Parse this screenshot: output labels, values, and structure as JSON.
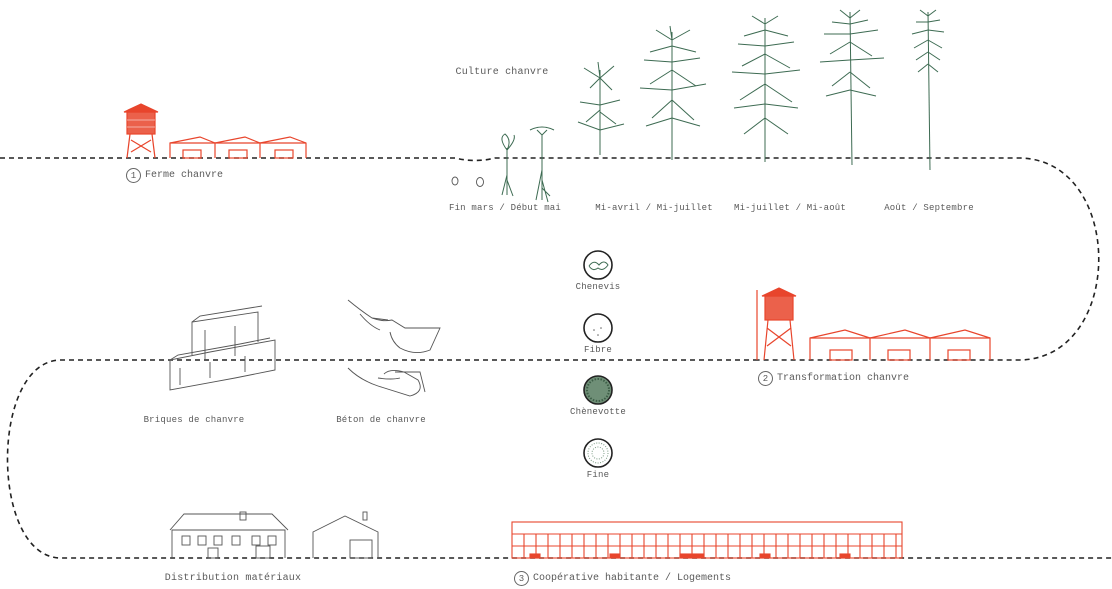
{
  "title": "Culture chanvre",
  "steps": [
    {
      "number": "1",
      "label": "Ferme chanvre"
    },
    {
      "number": "2",
      "label": "Transformation chanvre"
    },
    {
      "number": "3",
      "label": "Coopérative habitante / Logements"
    }
  ],
  "growth_stages": [
    {
      "label": "Fin mars / Début mai"
    },
    {
      "label": "Mi-avril / Mi-juillet"
    },
    {
      "label": "Mi-juillet / Mi-août"
    },
    {
      "label": "Août / Septembre"
    }
  ],
  "products": [
    {
      "label": "Chenevis"
    },
    {
      "label": "Fibre"
    },
    {
      "label": "Chènevotte"
    },
    {
      "label": "Fine"
    }
  ],
  "materials": [
    {
      "label": "Briques de chanvre"
    },
    {
      "label": "Béton de chanvre"
    }
  ],
  "distribution_label": "Distribution matériaux",
  "colors": {
    "accent": "#e8452c",
    "plant": "#3d6b52",
    "line": "#222222",
    "sketch": "#555555"
  }
}
